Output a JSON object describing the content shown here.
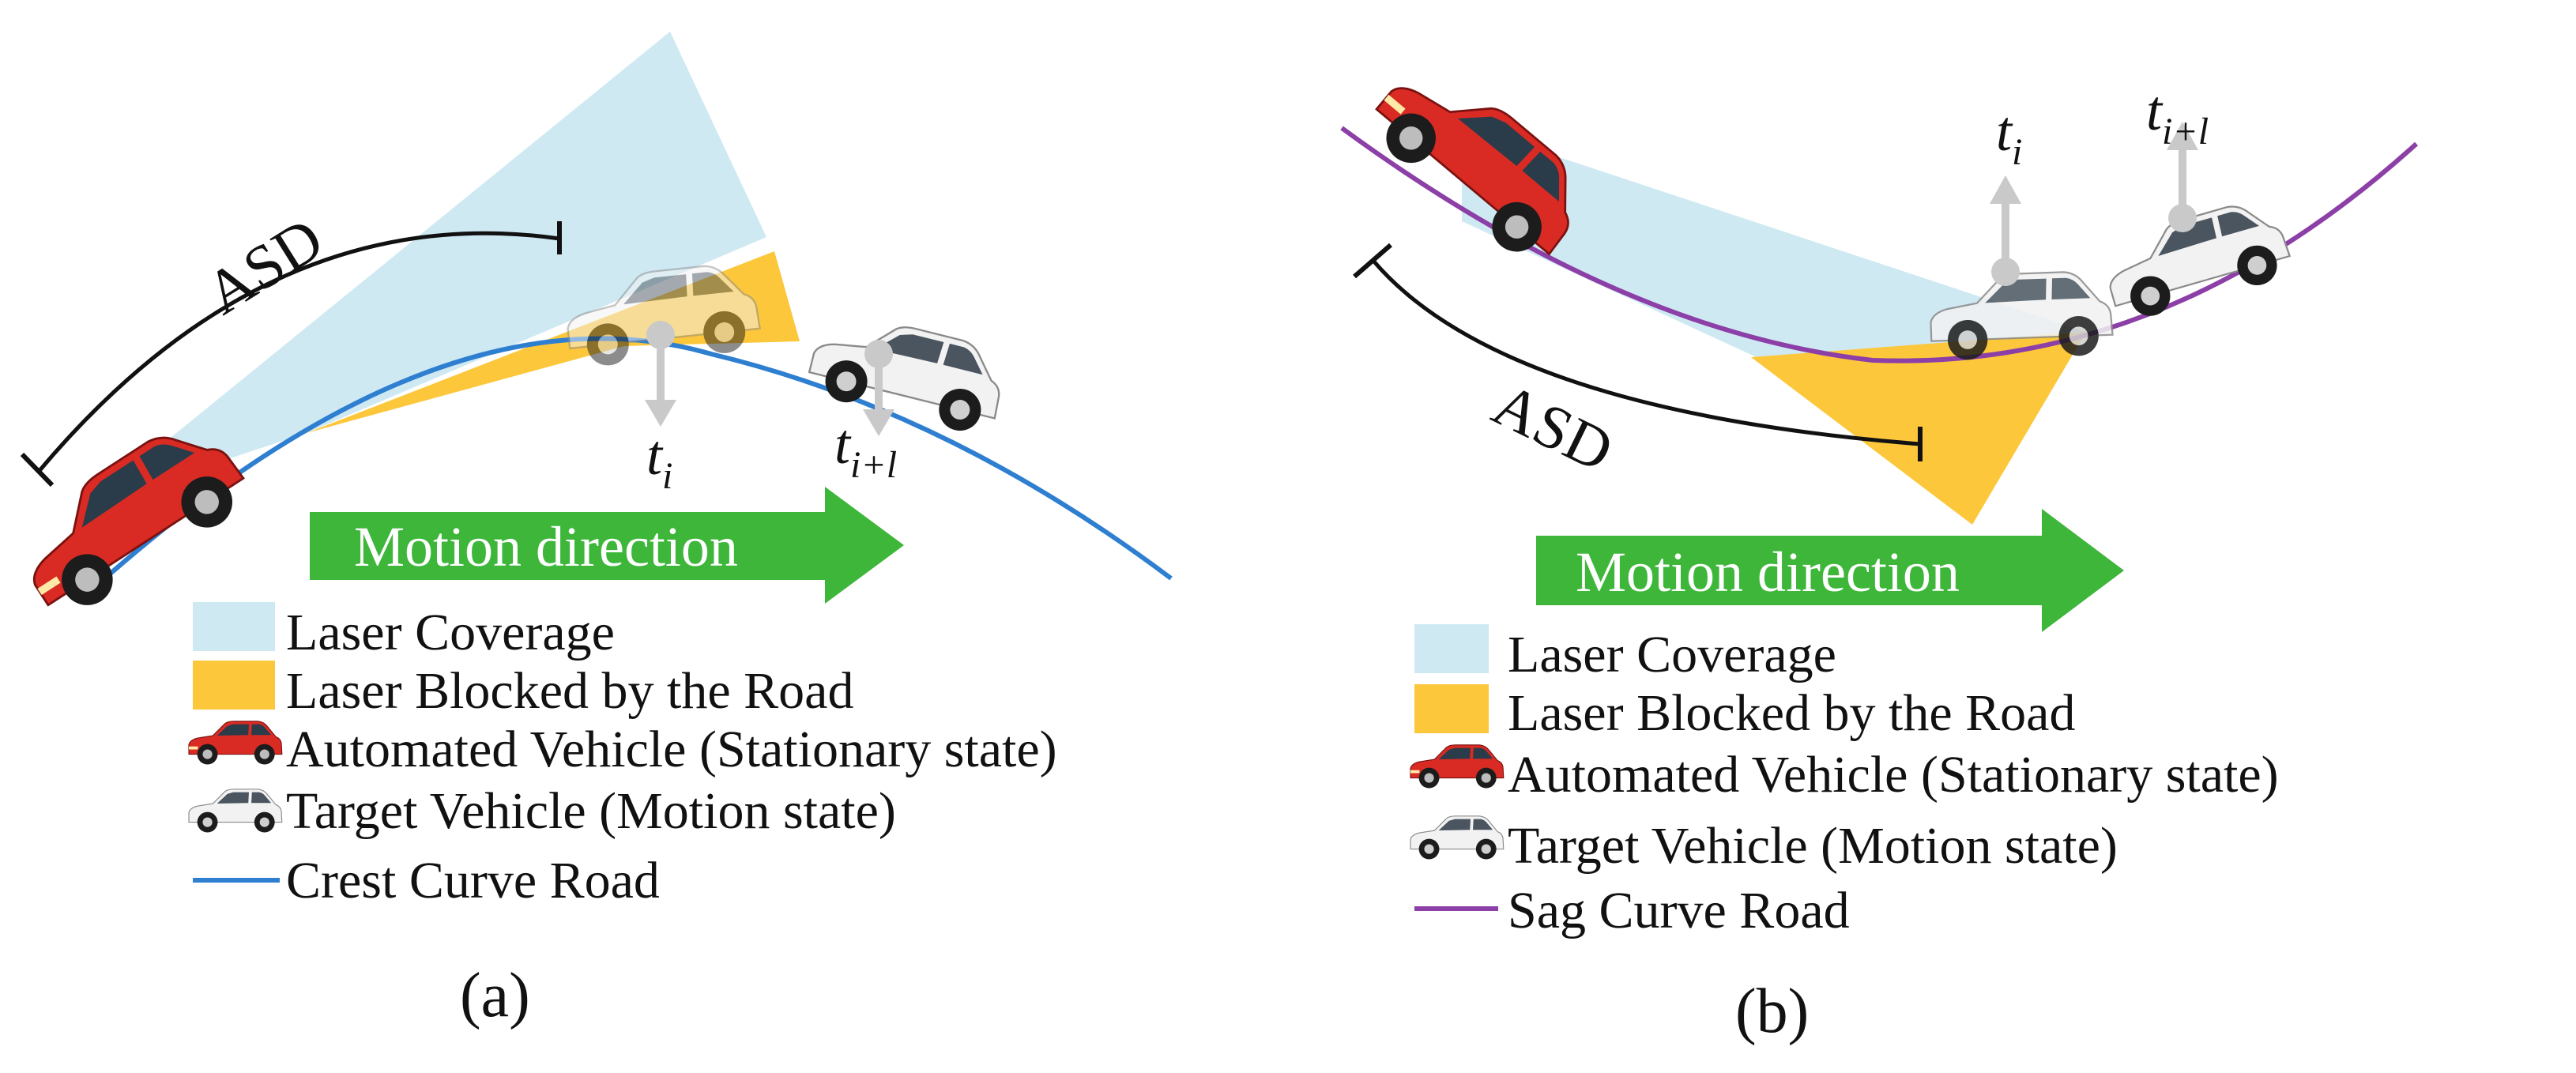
{
  "colors": {
    "laser_coverage": "#cfe9f3",
    "laser_blocked": "#fcc73b",
    "arrow_green": "#3db63a",
    "crest_road": "#2f7fd1",
    "sag_road": "#8c3fa6",
    "automated_vehicle": "#d92b24",
    "target_vehicle": "#f2f2f2",
    "time_marker": "#c9c9c9"
  },
  "panels": [
    {
      "id": "a",
      "caption": "(a)",
      "asd_label": "ASD",
      "motion_label": "Motion direction",
      "time_labels": [
        {
          "base": "t",
          "sub": "i"
        },
        {
          "base": "t",
          "sub": "i+l"
        }
      ],
      "legend": [
        {
          "kind": "laser-coverage",
          "label": "Laser Coverage"
        },
        {
          "kind": "laser-blocked",
          "label": "Laser Blocked by the Road"
        },
        {
          "kind": "automated-vehicle",
          "label": "Automated Vehicle (Stationary state)"
        },
        {
          "kind": "target-vehicle",
          "label": "Target Vehicle (Motion state)"
        },
        {
          "kind": "road",
          "label": "Crest Curve Road"
        }
      ]
    },
    {
      "id": "b",
      "caption": "(b)",
      "asd_label": "ASD",
      "motion_label": "Motion direction",
      "time_labels": [
        {
          "base": "t",
          "sub": "i"
        },
        {
          "base": "t",
          "sub": "i+l"
        }
      ],
      "legend": [
        {
          "kind": "laser-coverage",
          "label": "Laser Coverage"
        },
        {
          "kind": "laser-blocked",
          "label": "Laser Blocked by the Road"
        },
        {
          "kind": "automated-vehicle",
          "label": "Automated Vehicle (Stationary state)"
        },
        {
          "kind": "target-vehicle",
          "label": "Target Vehicle (Motion state)"
        },
        {
          "kind": "road",
          "label": "Sag Curve Road"
        }
      ]
    }
  ]
}
